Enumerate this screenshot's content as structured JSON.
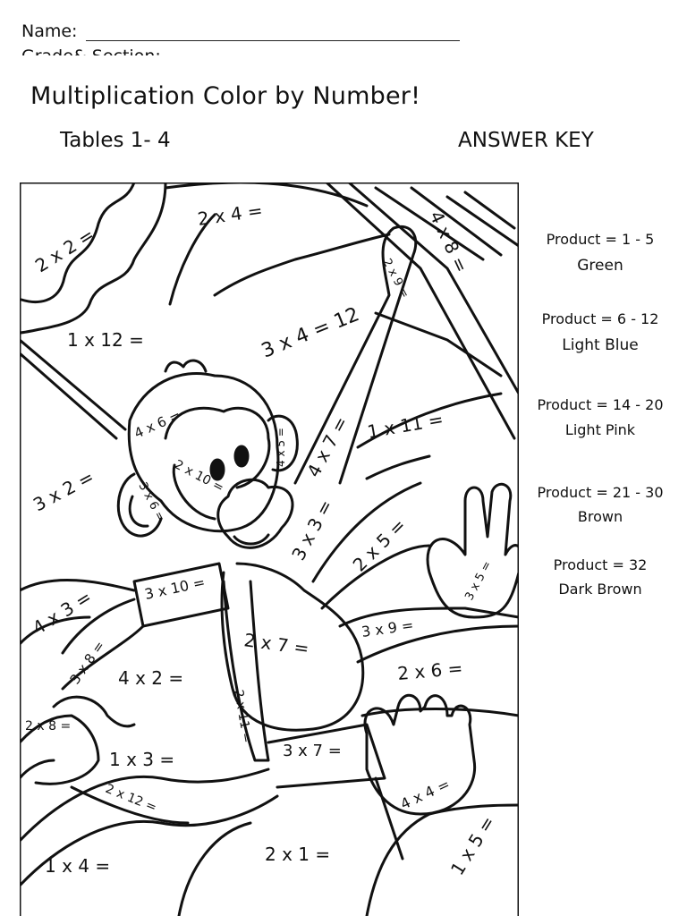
{
  "header": {
    "name_label": "Name:",
    "grade_section_label": "Grade& Section:"
  },
  "worksheet": {
    "title": "Multiplication Color by Number!",
    "subtitle": "Tables 1- 4",
    "answer_key": "ANSWER KEY"
  },
  "color_key": [
    {
      "range": "Product = 1 - 5",
      "color": "Green"
    },
    {
      "range": "Product = 6 - 12",
      "color": "Light Blue"
    },
    {
      "range": "Product = 14 - 20",
      "color": "Light Pink"
    },
    {
      "range": "Product = 21 - 30",
      "color": "Brown"
    },
    {
      "range": "Product = 32",
      "color": "Dark Brown"
    }
  ],
  "problems": {
    "p01": "2 x 2 =",
    "p02": "2 x 4 =",
    "p03": "4 x 8 =",
    "p04": "2 x 9 =",
    "p05": "1 x 12 =",
    "p06": "3 x 4 = 12",
    "p07": "4 x 6 =",
    "p08": "4 x 5 =",
    "p09": "2 x 10 =",
    "p10": "3 x 6 =",
    "p11": "3 x 2 =",
    "p12": "4 x 7 =",
    "p13": "1 x 11 =",
    "p14": "3 x 3 =",
    "p15": "2 x 5 =",
    "p16": "3 x 5 =",
    "p17": "3 x 10 =",
    "p18": "4 x 3 =",
    "p19": "3 x 9 =",
    "p20": "2 x 7 =",
    "p21": "3 x 8 =",
    "p22": "4 x 2 =",
    "p23": "2 x 6 =",
    "p24": "2 x 8 =",
    "p25": "2 x 11 =",
    "p26": "3 x 7 =",
    "p27": "1 x 3 =",
    "p28": "2 x 12 =",
    "p29": "4 x 4 =",
    "p30": "1 x 5 =",
    "p31": "2 x 1 =",
    "p32": "1 x 4 ="
  }
}
